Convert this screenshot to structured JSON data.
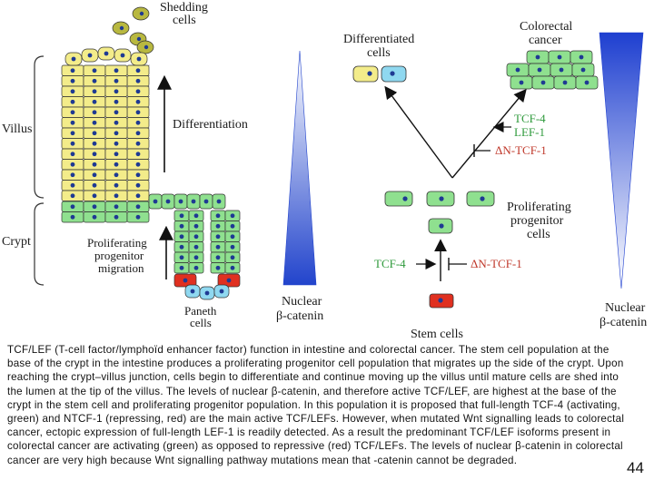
{
  "diagram": {
    "left": {
      "shedding_line1": "Shedding",
      "shedding_line2": "cells",
      "villus": "Villus",
      "crypt": "Crypt",
      "differentiation": "Differentiation",
      "prolif_line1": "Proliferating",
      "prolif_line2": "progenitor",
      "prolif_line3": "migration",
      "paneth_line1": "Paneth",
      "paneth_line2": "cells",
      "nuclear_line1": "Nuclear",
      "nuclear_line2": "β-catenin"
    },
    "right": {
      "diff_line1": "Differentiated",
      "diff_line2": "cells",
      "cc_line1": "Colorectal",
      "cc_line2": "cancer",
      "tcf4": "TCF-4",
      "lef1": "LEF-1",
      "dntcf1_top": "ΔN-TCF-1",
      "prolif_line1": "Proliferating",
      "prolif_line2": "progenitor",
      "prolif_line3": "cells",
      "tcf4_bottom": "TCF-4",
      "dntcf1_bottom": "ΔN-TCF-1",
      "stem": "Stem cells",
      "nuclear_line1": "Nuclear",
      "nuclear_line2": "β-catenin"
    },
    "colors": {
      "yellow_cell": "#f3ec8a",
      "green_cell": "#8fe08f",
      "blue_cell": "#8fd8f0",
      "red_cell": "#e03020",
      "nucleus": "#1f3a93",
      "triangle": "#2244cc"
    }
  },
  "caption": "TCF/LEF (T-cell factor/lymphoïd enhancer factor) function in intestine and colorectal cancer. The stem cell population at the base of the crypt in the intestine produces a proliferating progenitor cell population that migrates up the side of the crypt. Upon reaching the crypt–villus junction, cells begin to differentiate and continue moving up the villus until mature cells are shed into the lumen at the tip of the villus. The levels of nuclear β-catenin, and therefore active TCF/LEF, are highest at the base of the crypt in the stem cell and proliferating progenitor population. In this population it is proposed that full-length TCF-4 (activating, green) and NTCF-1 (repressing, red) are the main active TCF/LEFs. However, when mutated Wnt signalling leads to colorectal cancer, ectopic expression of full-length LEF-1 is readily detected. As a result the predominant TCF/LEF isoforms present in colorectal cancer are activating (green) as opposed to repressive (red) TCF/LEFs. The levels of nuclear β-catenin in colorectal cancer are very high because Wnt signalling pathway mutations mean that -catenin cannot be degraded.",
  "page_number": "44"
}
